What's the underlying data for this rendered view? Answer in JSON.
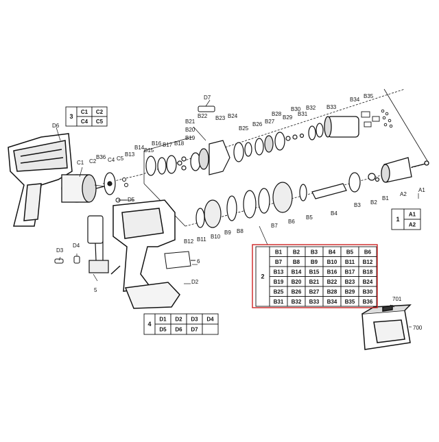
{
  "labels": {
    "B1": "B1",
    "B2": "B2",
    "B3": "B3",
    "B4": "B4",
    "B5": "B5",
    "B6": "B6",
    "B7": "B7",
    "B8": "B8",
    "B9": "B9",
    "B10": "B10",
    "B11": "B11",
    "B12": "B12",
    "B13": "B13",
    "B14": "B14",
    "B15": "B15",
    "B16": "B16",
    "B17": "B17",
    "B18": "B18",
    "B19": "B19",
    "B20": "B20",
    "B21": "B21",
    "B22": "B22",
    "B23": "B23",
    "B24": "B24",
    "B25": "B25",
    "B26": "B26",
    "B27": "B27",
    "B28": "B28",
    "B29": "B29",
    "B30": "B30",
    "B31": "B31",
    "B32": "B32",
    "B33": "B33",
    "B34": "B34",
    "B35": "B35",
    "B36": "B36",
    "A1": "A1",
    "A2": "A2",
    "C1": "C1",
    "C2": "C2",
    "C4": "C4",
    "C5": "C5",
    "D1": "D1",
    "D2": "D2",
    "D3": "D3",
    "D4": "D4",
    "D5": "D5",
    "D6": "D6",
    "D7": "D7",
    "n5": "5",
    "n6": "6",
    "n700": "700",
    "n701": "701"
  },
  "tables": {
    "t3": {
      "group": "3",
      "rows": [
        [
          "C1",
          "C2"
        ],
        [
          "C4",
          "C5"
        ]
      ]
    },
    "t1": {
      "group": "1",
      "rows": [
        [
          "A1"
        ],
        [
          "A2"
        ]
      ]
    },
    "t4": {
      "group": "4",
      "rows": [
        [
          "D1",
          "D2",
          "D3",
          "D4"
        ],
        [
          "D5",
          "D6",
          "D7",
          ""
        ]
      ]
    },
    "t2": {
      "group": "2",
      "rows": [
        [
          "B1",
          "B2",
          "B3",
          "B4",
          "B5",
          "B6"
        ],
        [
          "B7",
          "B8",
          "B9",
          "B10",
          "B11",
          "B12"
        ],
        [
          "B13",
          "B14",
          "B15",
          "B16",
          "B17",
          "B18"
        ],
        [
          "B19",
          "B20",
          "B21",
          "B22",
          "B23",
          "B24"
        ],
        [
          "B25",
          "B26",
          "B27",
          "B28",
          "B29",
          "B30"
        ],
        [
          "B31",
          "B32",
          "B33",
          "B34",
          "B35",
          "B36"
        ]
      ]
    }
  },
  "colors": {
    "line": "#111111",
    "highlight": "#cc2222"
  }
}
